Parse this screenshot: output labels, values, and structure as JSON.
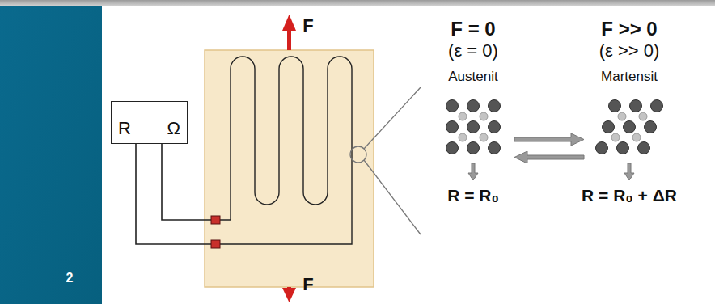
{
  "diagram": {
    "nodes": [
      {
        "text": [
          "R",
          "Ω"
        ]
      }
    ],
    "labels": [
      "F",
      "F = 0",
      "F >> 0",
      "(ε = 0)",
      "(ε >> 0)",
      "Austenit",
      "Martensit",
      "R = R₀",
      "R = R₀ + ΔR",
      "F",
      "2"
    ]
  }
}
